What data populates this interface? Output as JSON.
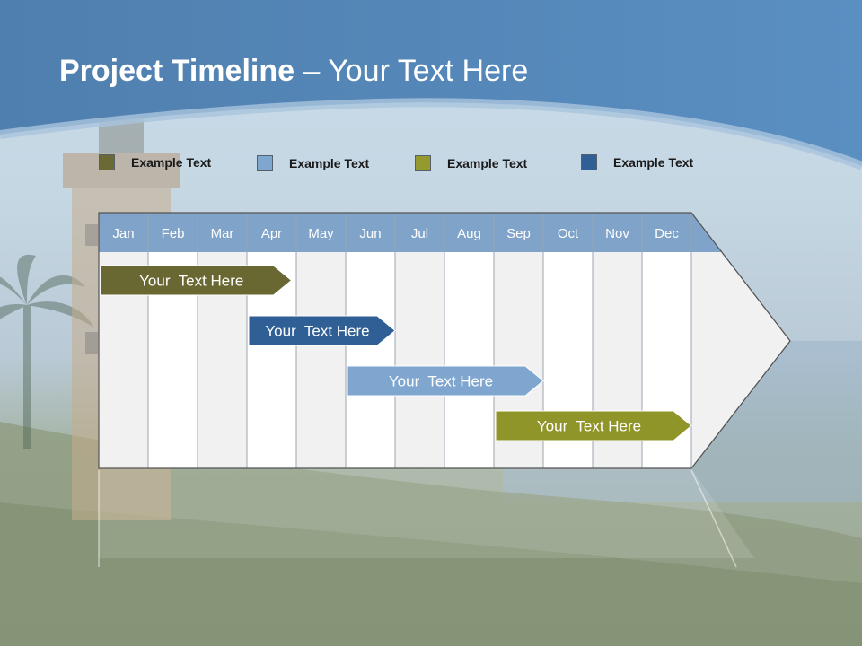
{
  "slide": {
    "title_bold": "Project Timeline",
    "title_rest": " – Your Text Here"
  },
  "legend": [
    {
      "label": "Example Text",
      "color": "#6b6a35"
    },
    {
      "label": "Example Text",
      "color": "#7ea6cf"
    },
    {
      "label": "Example Text",
      "color": "#959a2e"
    },
    {
      "label": "Example Text",
      "color": "#2f5f94"
    }
  ],
  "timeline": {
    "months": [
      "Jan",
      "Feb",
      "Mar",
      "Apr",
      "May",
      "Jun",
      "Jul",
      "Aug",
      "Sep",
      "Oct",
      "Nov",
      "Dec"
    ],
    "header_color": "#7fa3c9",
    "tasks": [
      {
        "label": "Your  Text Here",
        "start": 0.0,
        "end": 3.9,
        "color": "#6a6832"
      },
      {
        "label": "Your  Text Here",
        "start": 3.0,
        "end": 6.0,
        "color": "#2f5f94"
      },
      {
        "label": "Your  Text Here",
        "start": 5.0,
        "end": 9.0,
        "color": "#7ea6cf"
      },
      {
        "label": "Your  Text Here",
        "start": 8.0,
        "end": 12.0,
        "color": "#909529"
      }
    ]
  }
}
